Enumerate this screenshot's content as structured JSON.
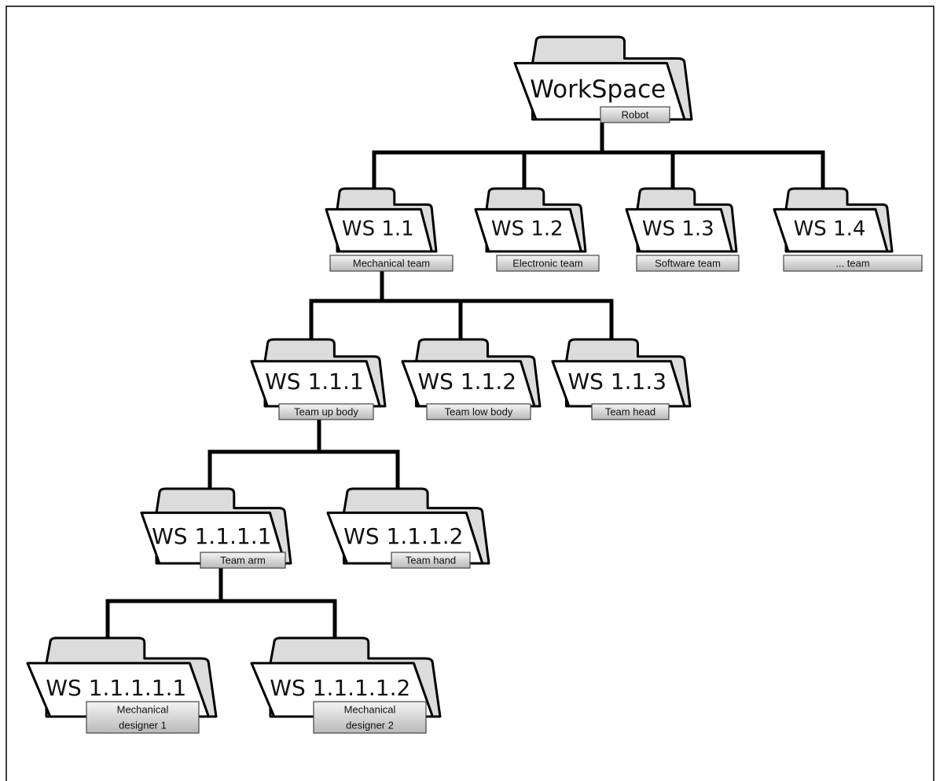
{
  "folders": [
    {
      "id": "root",
      "title": "WorkSpace",
      "label": "Robot"
    },
    {
      "id": "ws-1-1",
      "title": "WS 1.1",
      "label": "Mechanical team"
    },
    {
      "id": "ws-1-2",
      "title": "WS 1.2",
      "label": "Electronic team"
    },
    {
      "id": "ws-1-3",
      "title": "WS 1.3",
      "label": "Software team"
    },
    {
      "id": "ws-1-4",
      "title": "WS 1.4",
      "label": "... team"
    },
    {
      "id": "ws-1-1-1",
      "title": "WS 1.1.1",
      "label": "Team up body"
    },
    {
      "id": "ws-1-1-2",
      "title": "WS 1.1.2",
      "label": "Team low body"
    },
    {
      "id": "ws-1-1-3",
      "title": "WS 1.1.3",
      "label": "Team head"
    },
    {
      "id": "ws-1-1-1-1",
      "title": "WS 1.1.1.1",
      "label": "Team arm"
    },
    {
      "id": "ws-1-1-1-2",
      "title": "WS 1.1.1.2",
      "label": "Team hand"
    },
    {
      "id": "ws-1-1-1-1-1",
      "title": "WS 1.1.1.1.1",
      "label": [
        "Mechanical",
        "designer 1"
      ]
    },
    {
      "id": "ws-1-1-1-1-2",
      "title": "WS 1.1.1.1.2",
      "label": [
        "Mechanical",
        "designer 2"
      ]
    }
  ],
  "edges": [
    {
      "from": "root",
      "to": [
        "ws-1-1",
        "ws-1-2",
        "ws-1-3",
        "ws-1-4"
      ]
    },
    {
      "from": "ws-1-1",
      "to": [
        "ws-1-1-1",
        "ws-1-1-2",
        "ws-1-1-3"
      ]
    },
    {
      "from": "ws-1-1-1",
      "to": [
        "ws-1-1-1-1",
        "ws-1-1-1-2"
      ]
    },
    {
      "from": "ws-1-1-1-1",
      "to": [
        "ws-1-1-1-1-1",
        "ws-1-1-1-1-2"
      ]
    }
  ]
}
